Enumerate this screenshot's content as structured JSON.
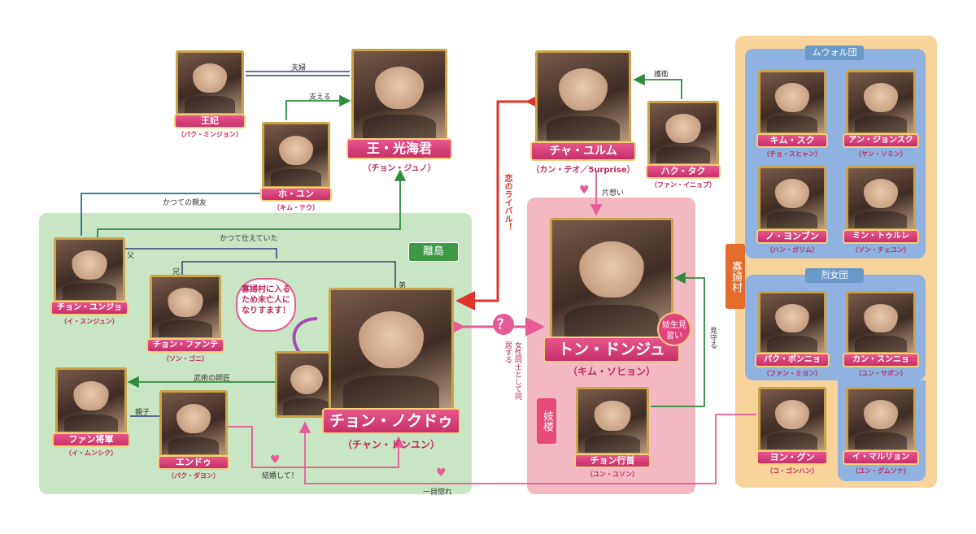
{
  "colors": {
    "island_bg": "#c8e6c3",
    "gisaeng_bg": "#f2b9c3",
    "widow_outer": "#f8d39a",
    "widow_inner": "#8fb2e0",
    "accent_pink": "#d9356e",
    "line_red": "#e0332b",
    "line_green": "#2e8b3d",
    "line_navy": "#333f7a",
    "line_pink": "#e65b96",
    "line_teal": "#22708a"
  },
  "areas": {
    "island": "離島",
    "gisaeng": "妓楼",
    "village": "寡婦村",
    "muwol": "ムウォル団",
    "yeolnyeo": "烈女団"
  },
  "people": {
    "queen": {
      "name": "王妃",
      "actor": "（パク・ミンジョン）"
    },
    "king": {
      "name": "王・光海君",
      "actor": "（チョン・ジュノ）"
    },
    "ho": {
      "name": "ホ・ユン",
      "actor": "（キム・テウ）"
    },
    "cha": {
      "name": "チャ・ユルム",
      "actor": "（カン・テオ／5urprise）"
    },
    "hakuta": {
      "name": "ハク・タク",
      "actor": "（ファン・イニョプ）"
    },
    "eunjo": {
      "name": "チョン・ユンジョ",
      "actor": "（イ・スンジュン）"
    },
    "hwante": {
      "name": "チョン・ファンテ",
      "actor": "（ソン・ゴニ）"
    },
    "fan": {
      "name": "ファン将軍",
      "actor": "（イ・ムンシク）"
    },
    "endu": {
      "name": "エンドゥ",
      "actor": "（パク・ダヨン）"
    },
    "nokdu": {
      "name": "チョン・ノクドゥ",
      "actor": "（チャン・ドンユン）"
    },
    "dongju": {
      "name": "トン・ドンジュ",
      "actor": "（キム・ソヒョン）"
    },
    "chonhaeng": {
      "name": "チョン行首",
      "actor": "（ユン・ユソン）"
    },
    "kimsuku": {
      "name": "キム・スク",
      "actor": "（チョ・スヒャン）"
    },
    "anjong": {
      "name": "アン・ジョンスク",
      "actor": "（ヤン・ソミン）"
    },
    "nokonbun": {
      "name": "ノ・ヨンブン",
      "actor": "（ハン・ガリム）"
    },
    "mintol": {
      "name": "ミン・トゥルレ",
      "actor": "（ソン・チェユン）"
    },
    "pakbon": {
      "name": "パク・ボンニョ",
      "actor": "（ファン・ミヨン）"
    },
    "kansun": {
      "name": "カン・スンニョ",
      "actor": "（ユン・サボン）"
    },
    "yongun": {
      "name": "ヨン・グン",
      "actor": "（コ・ゴンハン）"
    },
    "imaru": {
      "name": "イ・マルリョン",
      "actor": "（ユン・グムソナ）"
    }
  },
  "relations": {
    "fuufu": "夫婦",
    "sasaeru": "支える",
    "katsute_shinyu": "かつての親友",
    "katsute_tsukaeteita": "かつて仕えていた",
    "chichi": "父",
    "ani": "兄",
    "otouto": "弟",
    "bujutsu": "武術の師匠",
    "oyako": "親子",
    "kekkon": "結婚して！",
    "hitomebore": "一目惚れ",
    "koi_rival": "恋のライバル！",
    "kataomoi": "片想い",
    "goei": "護衛",
    "mimamoru": "見守る",
    "dokyo": "女性同士として同居する",
    "kisei": "妓生見習い",
    "question": "？"
  },
  "speech": "寡婦村に入るため未亡人になりすます！"
}
